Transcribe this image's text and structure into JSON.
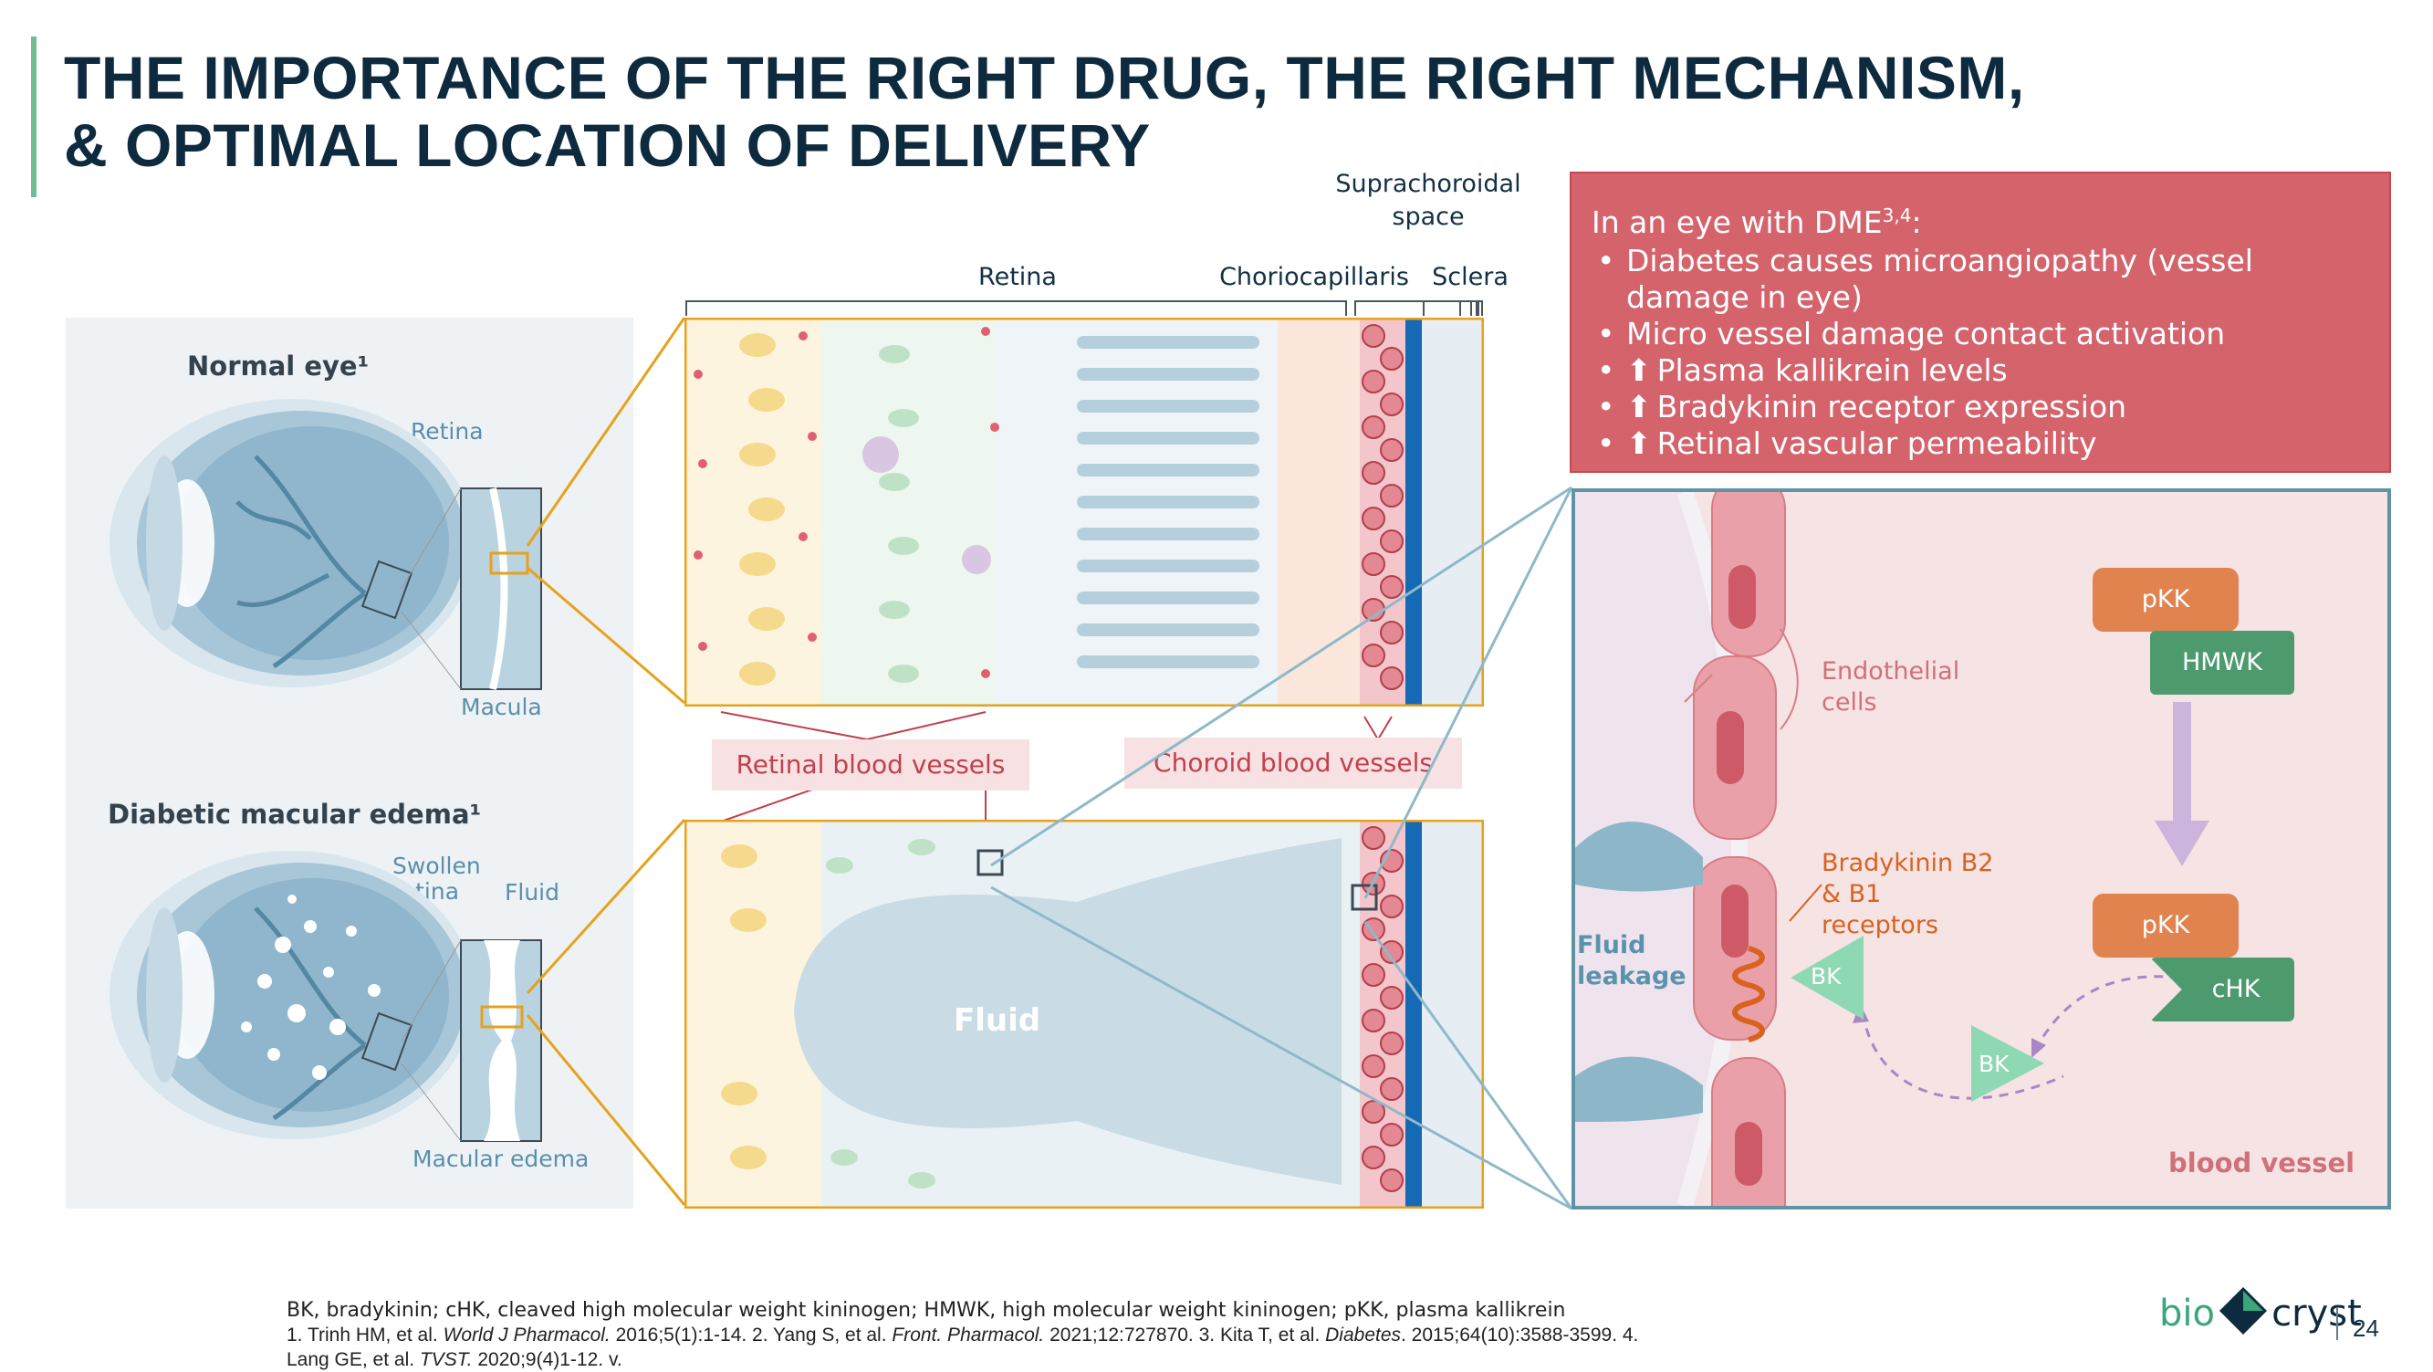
{
  "title_line1": "THE IMPORTANCE OF THE RIGHT DRUG, THE RIGHT MECHANISM,",
  "title_line2": "& OPTIMAL LOCATION OF DELIVERY",
  "layer_labels": {
    "suprachoroidal": "Suprachoroidal space",
    "retina": "Retina",
    "choriocapillaris": "Choriocapillaris",
    "sclera": "Sclera"
  },
  "normal_eye": {
    "heading": "Normal eye¹",
    "retina": "Retina",
    "macula": "Macula"
  },
  "dme_eye": {
    "heading": "Diabetic macular edema¹",
    "swollen_retina": "Swollen retina",
    "fluid": "Fluid",
    "macular_edema": "Macular edema"
  },
  "vessel_labels": {
    "retinal": "Retinal blood vessels",
    "choroid": "Choroid blood vessels"
  },
  "fluid_label": "Fluid",
  "info": {
    "heading": "In an eye with DME",
    "heading_sup": "3,4",
    "heading_end": ":",
    "bullets": [
      "Diabetes causes microangiopathy (vessel damage in eye)",
      "Micro vessel damage    contact activation",
      "Plasma kallikrein levels",
      "Bradykinin receptor expression",
      "Retinal vascular permeability"
    ],
    "bullet_marker": "•",
    "arrow": "⬆"
  },
  "mechanism": {
    "endothelial": "Endothelial cells",
    "bradykinin_receptors": "Bradykinin B2 & B1 receptors",
    "fluid_leakage": "Fluid leakage",
    "pkk": "pKK",
    "hmwk": "HMWK",
    "chk": "cHK",
    "bk": "BK",
    "blood_vessel": "blood vessel"
  },
  "colors": {
    "title": "#0d2a3f",
    "accent": "#6fbe8f",
    "info_box": "#d4636c",
    "pkk": "#e0834f",
    "hmwk": "#4e9a6f",
    "bk": "#8fd8b4",
    "zoom_border": "#5e94a6"
  },
  "footer": {
    "abbreviations": "BK, bradykinin; cHK, cleaved high molecular weight kininogen; HMWK, high molecular weight kininogen; pKK, plasma kallikrein",
    "refs_1a": "1. Trinh HM, et al. ",
    "refs_1b": "World J Pharmacol.",
    "refs_1c": " 2016;5(1):1-14. 2. Yang S, et al. ",
    "refs_1d": "Front. Pharmacol.",
    "refs_1e": " 2021;12:727870. 3. Kita T, et al. ",
    "refs_1f": "Diabetes",
    "refs_1g": ". 2015;64(10):3588-3599. 4.",
    "refs_2a": "Lang GE, et al. ",
    "refs_2b": "TVST.",
    "refs_2c": " 2020;9(4)1-12. v."
  },
  "logo": {
    "bio": "bio",
    "cryst": "cryst"
  },
  "page_number": "24"
}
